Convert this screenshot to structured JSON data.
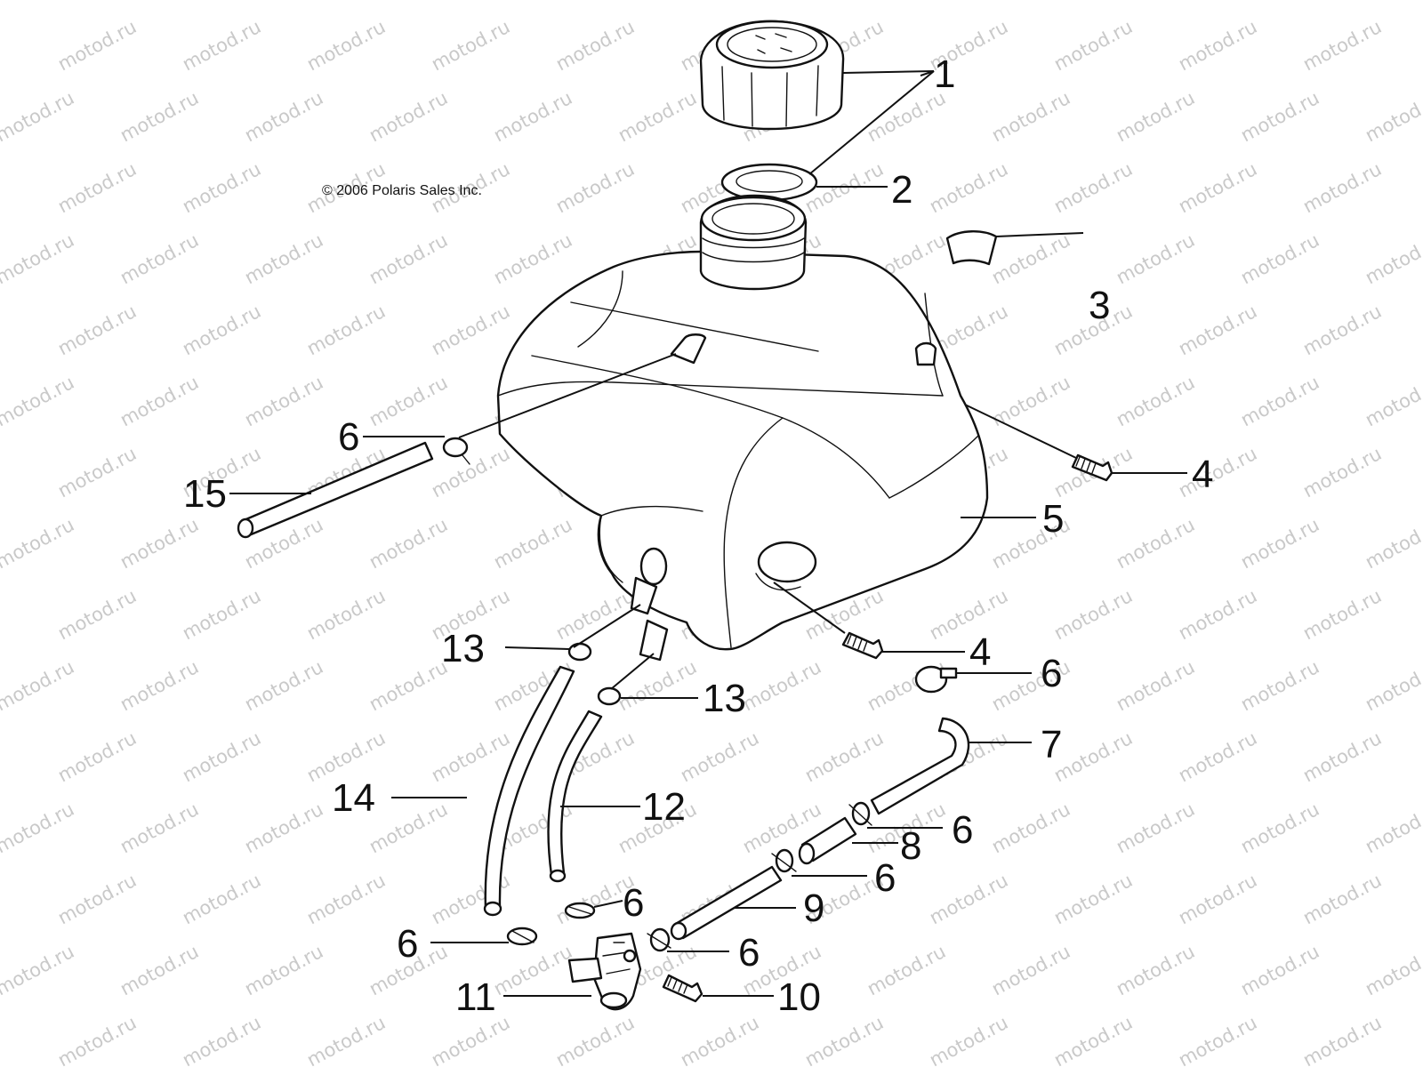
{
  "watermark": "motod.ru",
  "copyright": "© 2006 Polaris Sales Inc.",
  "callouts": [
    {
      "id": "c1",
      "label": "1"
    },
    {
      "id": "c2",
      "label": "2"
    },
    {
      "id": "c3",
      "label": "3"
    },
    {
      "id": "c4a",
      "label": "4"
    },
    {
      "id": "c5",
      "label": "5"
    },
    {
      "id": "c6a",
      "label": "6"
    },
    {
      "id": "c15",
      "label": "15"
    },
    {
      "id": "c13a",
      "label": "13"
    },
    {
      "id": "c4b",
      "label": "4"
    },
    {
      "id": "c6b",
      "label": "6"
    },
    {
      "id": "c13b",
      "label": "13"
    },
    {
      "id": "c7",
      "label": "7"
    },
    {
      "id": "c14",
      "label": "14"
    },
    {
      "id": "c12",
      "label": "12"
    },
    {
      "id": "c6c",
      "label": "6"
    },
    {
      "id": "c8",
      "label": "8"
    },
    {
      "id": "c6d",
      "label": "6"
    },
    {
      "id": "c6e",
      "label": "6"
    },
    {
      "id": "c9",
      "label": "9"
    },
    {
      "id": "c6f",
      "label": "6"
    },
    {
      "id": "c6g",
      "label": "6"
    },
    {
      "id": "c11",
      "label": "11"
    },
    {
      "id": "c10",
      "label": "10"
    }
  ]
}
